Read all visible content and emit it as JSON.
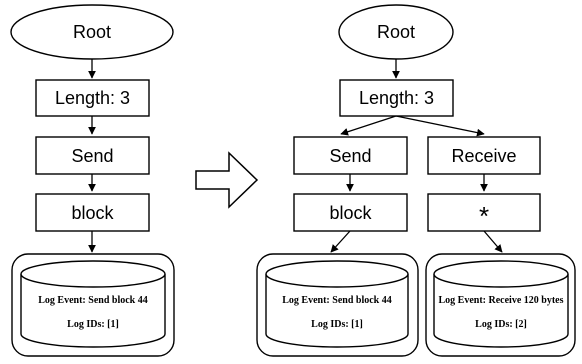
{
  "left_tree": {
    "root": "Root",
    "length": "Length: 3",
    "send": "Send",
    "block": "block",
    "log_event": "Log Event:  Send block 44",
    "log_ids": "Log IDs:  [1]"
  },
  "right_tree": {
    "root": "Root",
    "length": "Length: 3",
    "send": "Send",
    "receive": "Receive",
    "block": "block",
    "wildcard": "*",
    "log_event_send": "Log Event:  Send block 44",
    "log_ids_send": "Log IDs:  [1]",
    "log_event_receive": "Log Event:  Receive 120 bytes",
    "log_ids_receive": "Log IDs:  [2]"
  },
  "icons": {
    "transform_arrow": "hollow-right-arrow-icon",
    "storage": "database-cylinder-icon"
  }
}
